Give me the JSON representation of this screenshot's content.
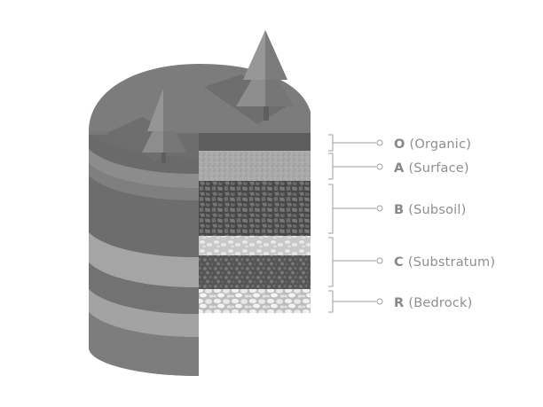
{
  "layers": [
    {
      "code": "O",
      "name": "(Organic)"
    },
    {
      "code": "A",
      "name": "(Surface)"
    },
    {
      "code": "B",
      "name": "(Subsoil)"
    },
    {
      "code": "C",
      "name": "(Substratum)"
    },
    {
      "code": "R",
      "name": "(Bedrock)"
    }
  ],
  "colors": {
    "top_surface": "#7c7c7c",
    "side_dark": "#6a6a6a",
    "side_mid": "#777777",
    "side_light": "#8b8b8b",
    "side_band": "#a3a3a3",
    "organic": "#5d5d5d",
    "surface_layer": "#a9a9a9",
    "subsoil": "#5a5a5a",
    "substratum_light": "#cfcfcf",
    "substratum_dark": "#6c6c6c",
    "bedrock": "#d6d6d6",
    "tree_light": "#909090",
    "tree_dark": "#6f6f6f",
    "shadow": "#717171",
    "leader": "#9e9e9e"
  }
}
